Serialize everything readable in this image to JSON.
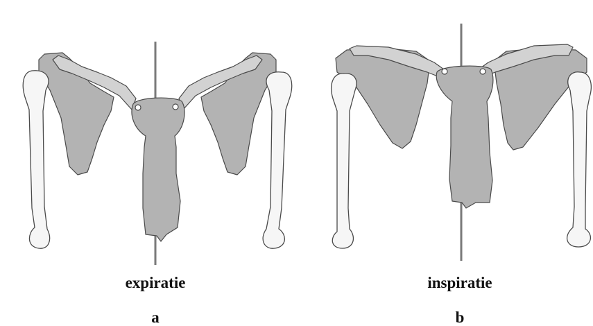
{
  "panels": [
    {
      "id": "a",
      "caption": "expiratie",
      "letter": "a"
    },
    {
      "id": "b",
      "caption": "inspiratie",
      "letter": "b"
    }
  ],
  "colors": {
    "bone_grey": "#b3b3b3",
    "bone_light": "#d2d2d2",
    "humerus": "#f6f6f6",
    "outline": "#4a4a4a",
    "axis": "#7a7a7a"
  }
}
